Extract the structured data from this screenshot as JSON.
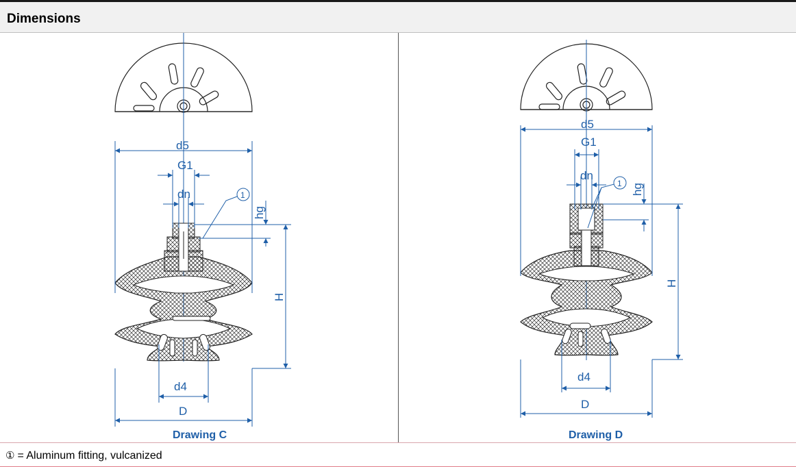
{
  "header": {
    "title": "Dimensions"
  },
  "drawing_c": {
    "caption": "Drawing C",
    "labels": {
      "d5": "d5",
      "g1": "G1",
      "dn": "dn",
      "hg": "hg",
      "h": "H",
      "d4": "d4",
      "d": "D",
      "callout": "1"
    }
  },
  "drawing_d": {
    "caption": "Drawing D",
    "labels": {
      "d5": "d5",
      "g1": "G1",
      "dn": "dn",
      "hg": "hg",
      "h": "H",
      "d4": "d4",
      "d": "D",
      "callout": "1"
    }
  },
  "footer": {
    "marker": "①",
    "text": "= Aluminum fitting, vulcanized"
  },
  "colors": {
    "dimension_blue": "#1f5fa8",
    "header_bg": "#f1f1f1",
    "outline": "#222222",
    "footer_rule": "#e07b87"
  }
}
